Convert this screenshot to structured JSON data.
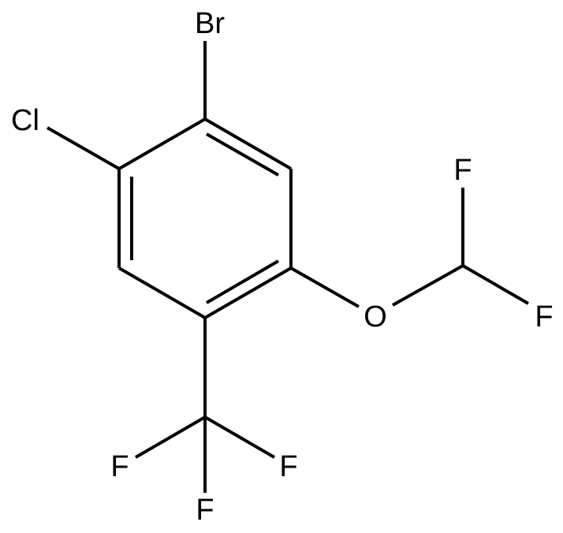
{
  "atoms": {
    "br": "Br",
    "cl": "Cl",
    "o": "O",
    "f_top": "F",
    "f_right": "F",
    "f_cf3_left": "F",
    "f_cf3_right": "F",
    "f_cf3_bottom": "F"
  },
  "colors": {
    "bond": "#000000",
    "label": "#000000",
    "background": "#ffffff"
  }
}
